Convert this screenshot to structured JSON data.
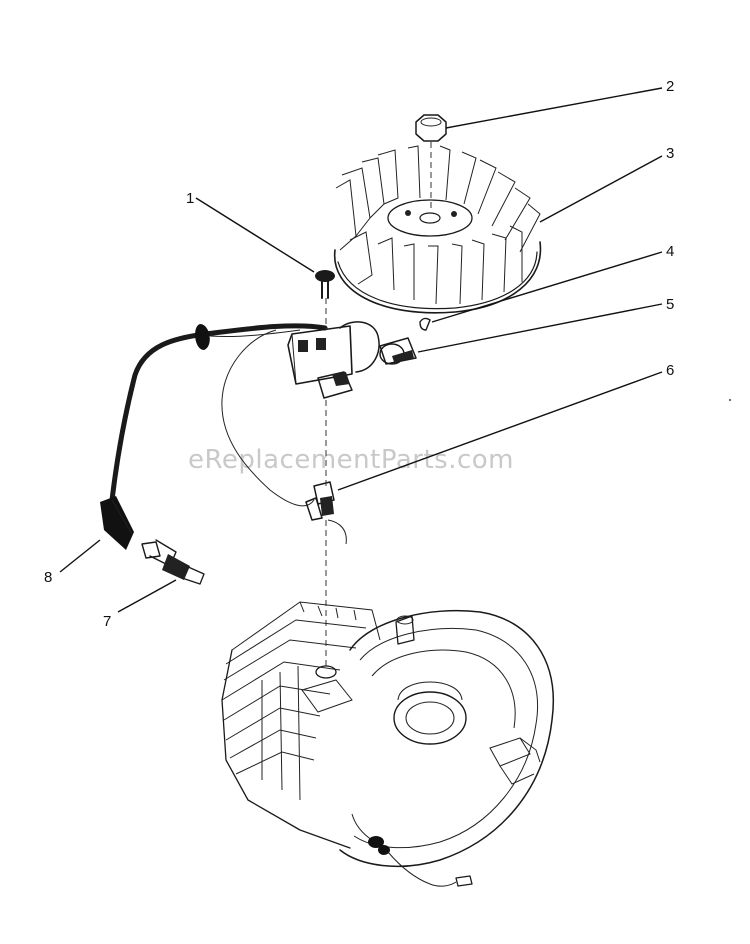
{
  "watermark": "eReplacementParts.com",
  "callouts": [
    {
      "id": "callout-1",
      "text": "1"
    },
    {
      "id": "callout-2",
      "text": "2"
    },
    {
      "id": "callout-3",
      "text": "3"
    },
    {
      "id": "callout-4",
      "text": "4"
    },
    {
      "id": "callout-5",
      "text": "5"
    },
    {
      "id": "callout-6",
      "text": "6"
    },
    {
      "id": "callout-7",
      "text": "7"
    },
    {
      "id": "callout-8",
      "text": "8"
    }
  ],
  "parts": [
    {
      "name": "screw",
      "callout": "1"
    },
    {
      "name": "flywheel-nut",
      "callout": "2"
    },
    {
      "name": "flywheel",
      "callout": "3"
    },
    {
      "name": "flywheel-key",
      "callout": "4"
    },
    {
      "name": "ignition-module",
      "callout": "5"
    },
    {
      "name": "wire-clip",
      "callout": "6"
    },
    {
      "name": "spark-plug",
      "callout": "7"
    },
    {
      "name": "spark-plug-boot",
      "callout": "8"
    }
  ]
}
